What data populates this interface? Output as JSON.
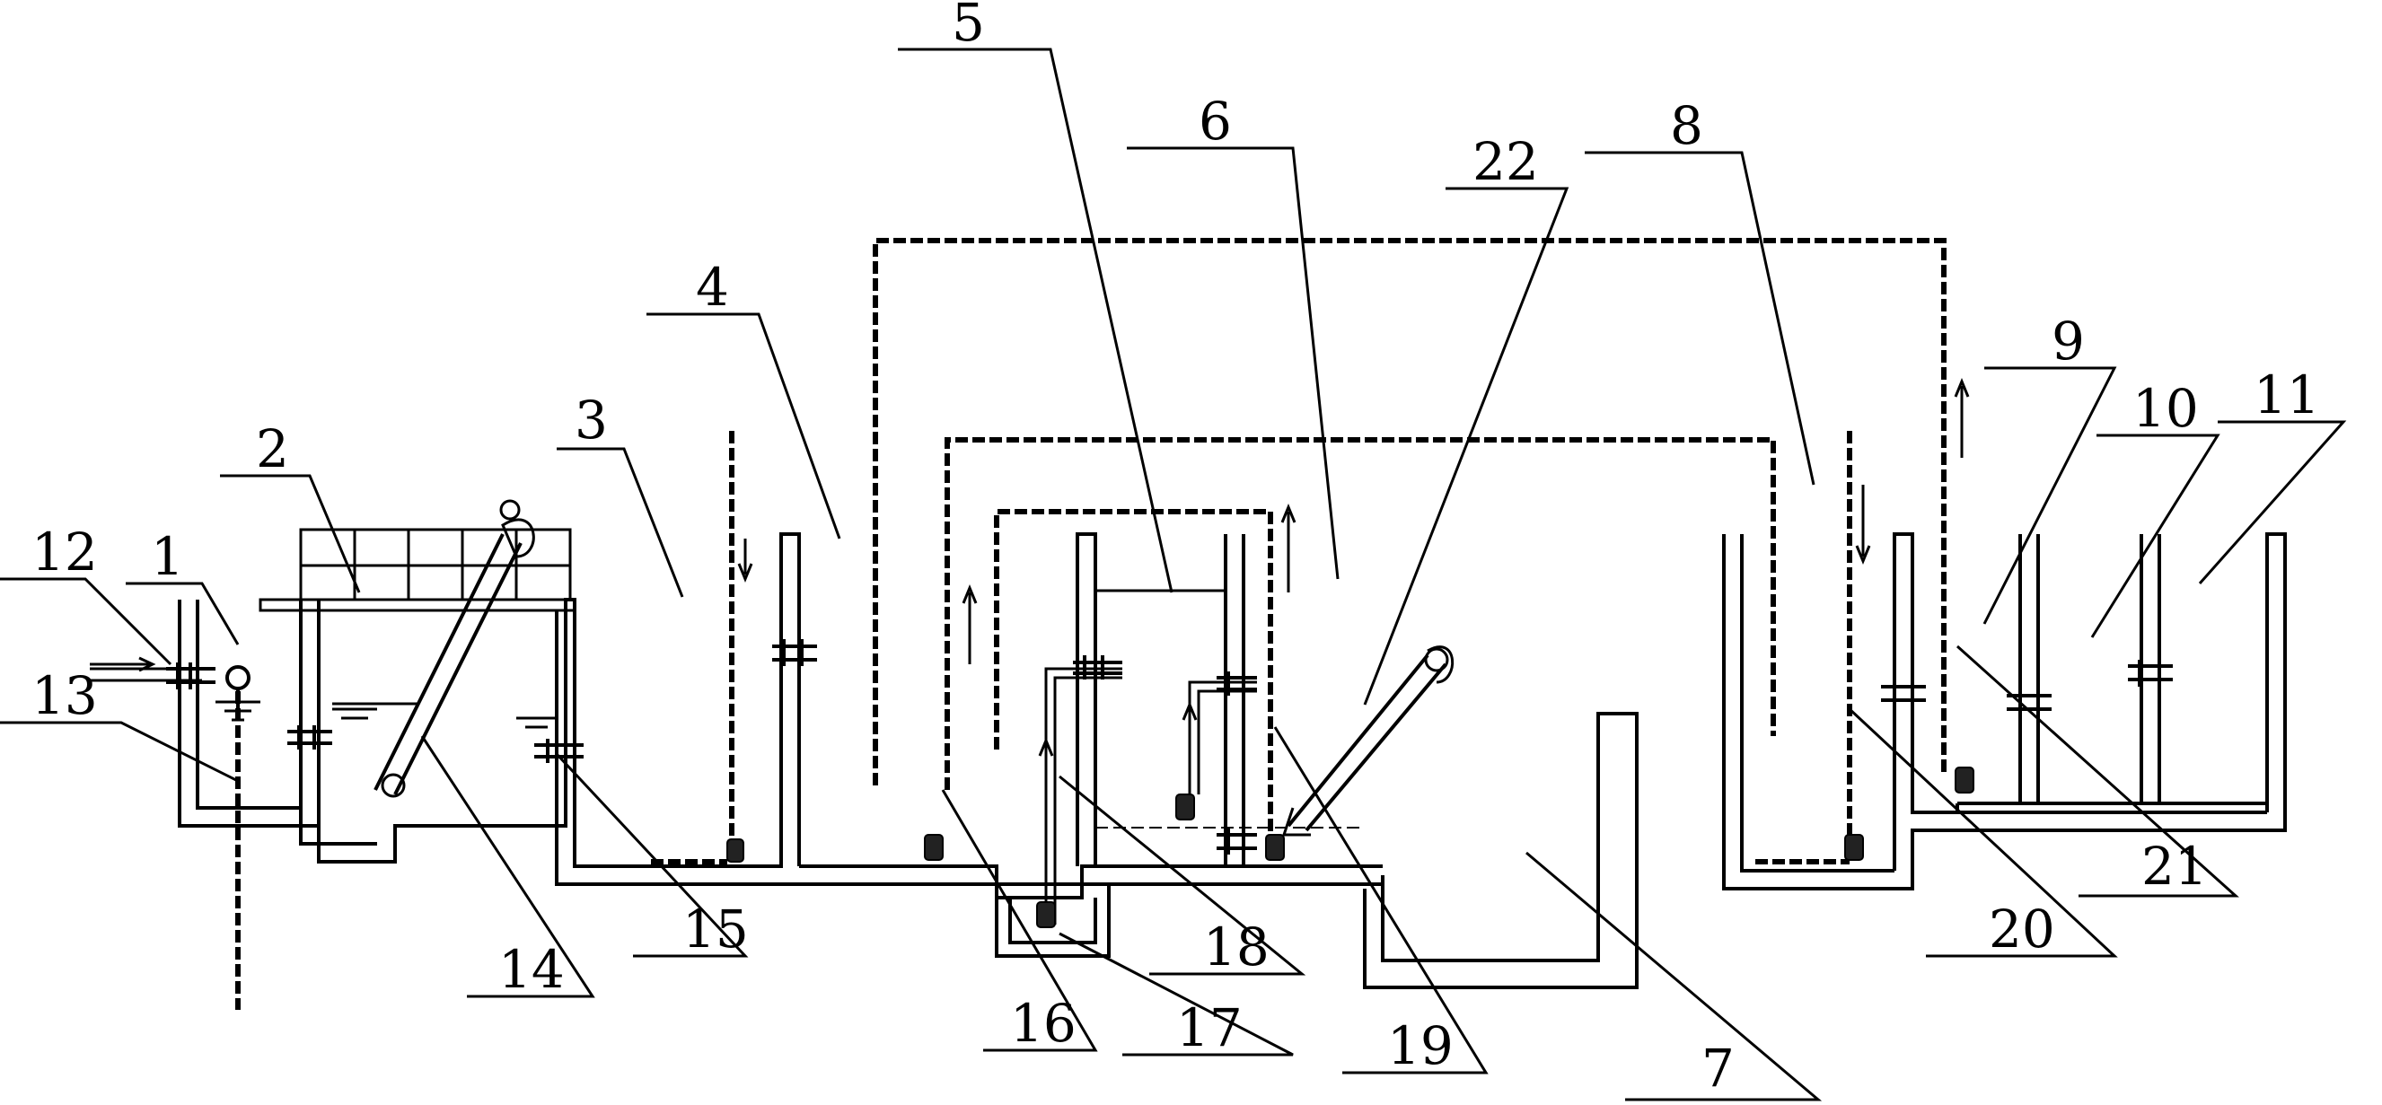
{
  "colors": {
    "stroke": "#000000",
    "background": "#ffffff"
  },
  "labels": {
    "l1": "1",
    "l2": "2",
    "l3": "3",
    "l4": "4",
    "l5": "5",
    "l6": "6",
    "l7": "7",
    "l8": "8",
    "l9": "9",
    "l10": "10",
    "l11": "11",
    "l12": "12",
    "l13": "13",
    "l14": "14",
    "l15": "15",
    "l16": "16",
    "l17": "17",
    "l18": "18",
    "l19": "19",
    "l20": "20",
    "l21": "21",
    "l22": "22"
  }
}
